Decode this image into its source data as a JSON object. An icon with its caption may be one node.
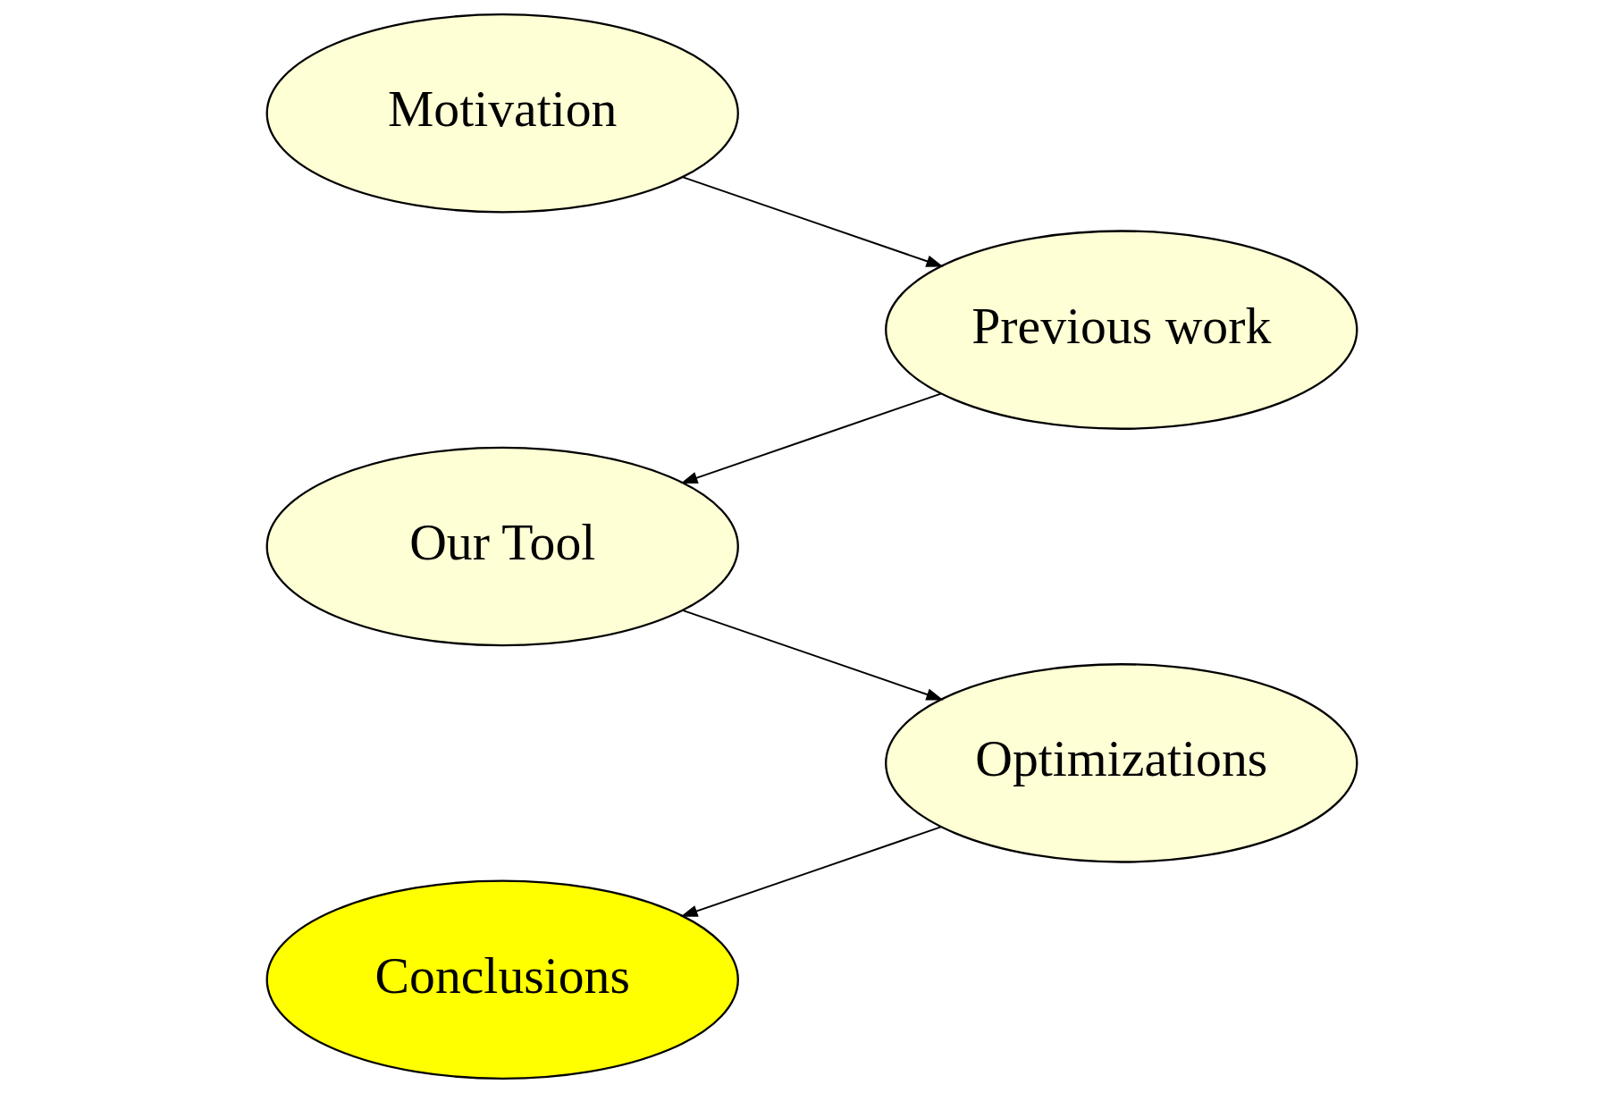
{
  "diagram": {
    "nodes": [
      {
        "text": [
          "Motivation"
        ]
      },
      {
        "text": [
          "Previous work"
        ]
      },
      {
        "text": [
          "Our Tool"
        ]
      },
      {
        "text": [
          "Optimizations"
        ]
      },
      {
        "text": [
          "Conclusions"
        ]
      }
    ],
    "edges": [
      {
        "from": 0,
        "to": 1,
        "arrow": "to"
      },
      {
        "from": 1,
        "to": 2,
        "arrow": "to"
      },
      {
        "from": 2,
        "to": 3,
        "arrow": "to"
      },
      {
        "from": 3,
        "to": 4,
        "arrow": "to"
      }
    ]
  }
}
